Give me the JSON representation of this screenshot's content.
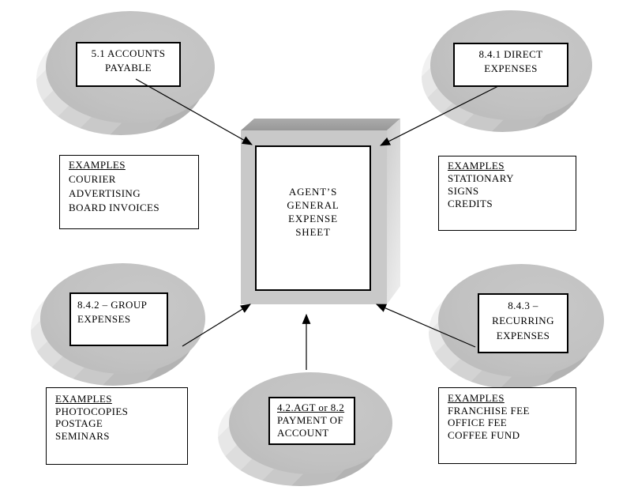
{
  "diagram": {
    "center_sheet": {
      "lines": [
        "AGENT’S",
        "GENERAL",
        "EXPENSE",
        "SHEET"
      ]
    },
    "nodes": {
      "accounts_payable": {
        "lines": [
          "5.1 ACCOUNTS",
          "PAYABLE"
        ]
      },
      "direct_expenses": {
        "lines": [
          "8.4.1 DIRECT",
          "EXPENSES"
        ]
      },
      "group_expenses": {
        "lines": [
          "8.4.2 – GROUP",
          "EXPENSES"
        ]
      },
      "recurring_expenses": {
        "lines": [
          "8.4.3 –",
          "RECURRING",
          "EXPENSES"
        ]
      },
      "payment_of_account": {
        "heading": "4.2.AGT or 8.2",
        "lines": [
          "PAYMENT OF",
          "ACCOUNT"
        ]
      }
    },
    "examples": {
      "accounts_payable": {
        "heading": "EXAMPLES",
        "items": [
          "COURIER",
          "ADVERTISING",
          "BOARD INVOICES"
        ]
      },
      "direct_expenses": {
        "heading": "EXAMPLES",
        "items": [
          "STATIONARY",
          "SIGNS",
          "CREDITS"
        ]
      },
      "group_expenses": {
        "heading": "EXAMPLES",
        "items": [
          "PHOTOCOPIES",
          "POSTAGE",
          "SEMINARS"
        ]
      },
      "recurring_expenses": {
        "heading": "EXAMPLES",
        "items": [
          "FRANCHISE FEE",
          "OFFICE FEE",
          "COFFEE FUND"
        ]
      }
    },
    "colors": {
      "background": "#ffffff",
      "ellipse_fill": "#c2c2c2",
      "ellipse_extrusion_light": "#fbfbfb",
      "ellipse_extrusion_dark": "#b3b3b3",
      "box_front": "#c9c9c9",
      "box_top": "#9e9e9e",
      "box_side": "#e9e9e9",
      "outline": "#000000"
    }
  }
}
